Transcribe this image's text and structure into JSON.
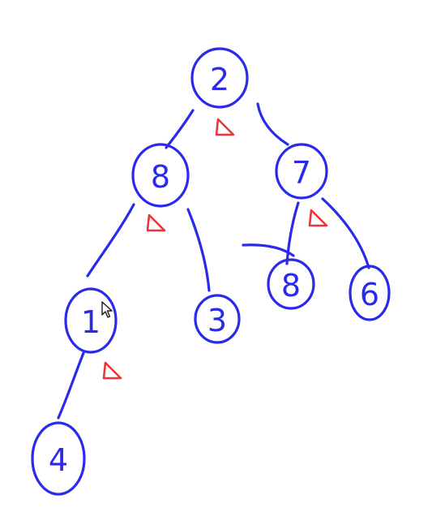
{
  "colors": {
    "ink": "#2a2aea",
    "marker": "#e8363a",
    "background": "#ffffff",
    "cursor": "#1c1c1c"
  },
  "tree": {
    "nodes": [
      {
        "id": "n2",
        "label": "2"
      },
      {
        "id": "n8a",
        "label": "8"
      },
      {
        "id": "n7",
        "label": "7"
      },
      {
        "id": "n1",
        "label": "1"
      },
      {
        "id": "n3",
        "label": "3"
      },
      {
        "id": "n8b",
        "label": "8"
      },
      {
        "id": "n6",
        "label": "6"
      },
      {
        "id": "n4",
        "label": "4"
      }
    ],
    "edges": [
      {
        "from": "n2",
        "to": "n8a"
      },
      {
        "from": "n2",
        "to": "n7"
      },
      {
        "from": "n8a",
        "to": "n1"
      },
      {
        "from": "n8a",
        "to": "n3"
      },
      {
        "from": "n7",
        "to": "n8b"
      },
      {
        "from": "n7",
        "to": "n6"
      },
      {
        "from": "n1",
        "to": "n4"
      }
    ],
    "markers": [
      {
        "node": "n2",
        "shape": "triangle"
      },
      {
        "node": "n8a",
        "shape": "triangle"
      },
      {
        "node": "n7",
        "shape": "triangle"
      },
      {
        "node": "n1",
        "shape": "triangle"
      }
    ]
  },
  "cursor": {
    "icon": "mouse-pointer-icon"
  }
}
